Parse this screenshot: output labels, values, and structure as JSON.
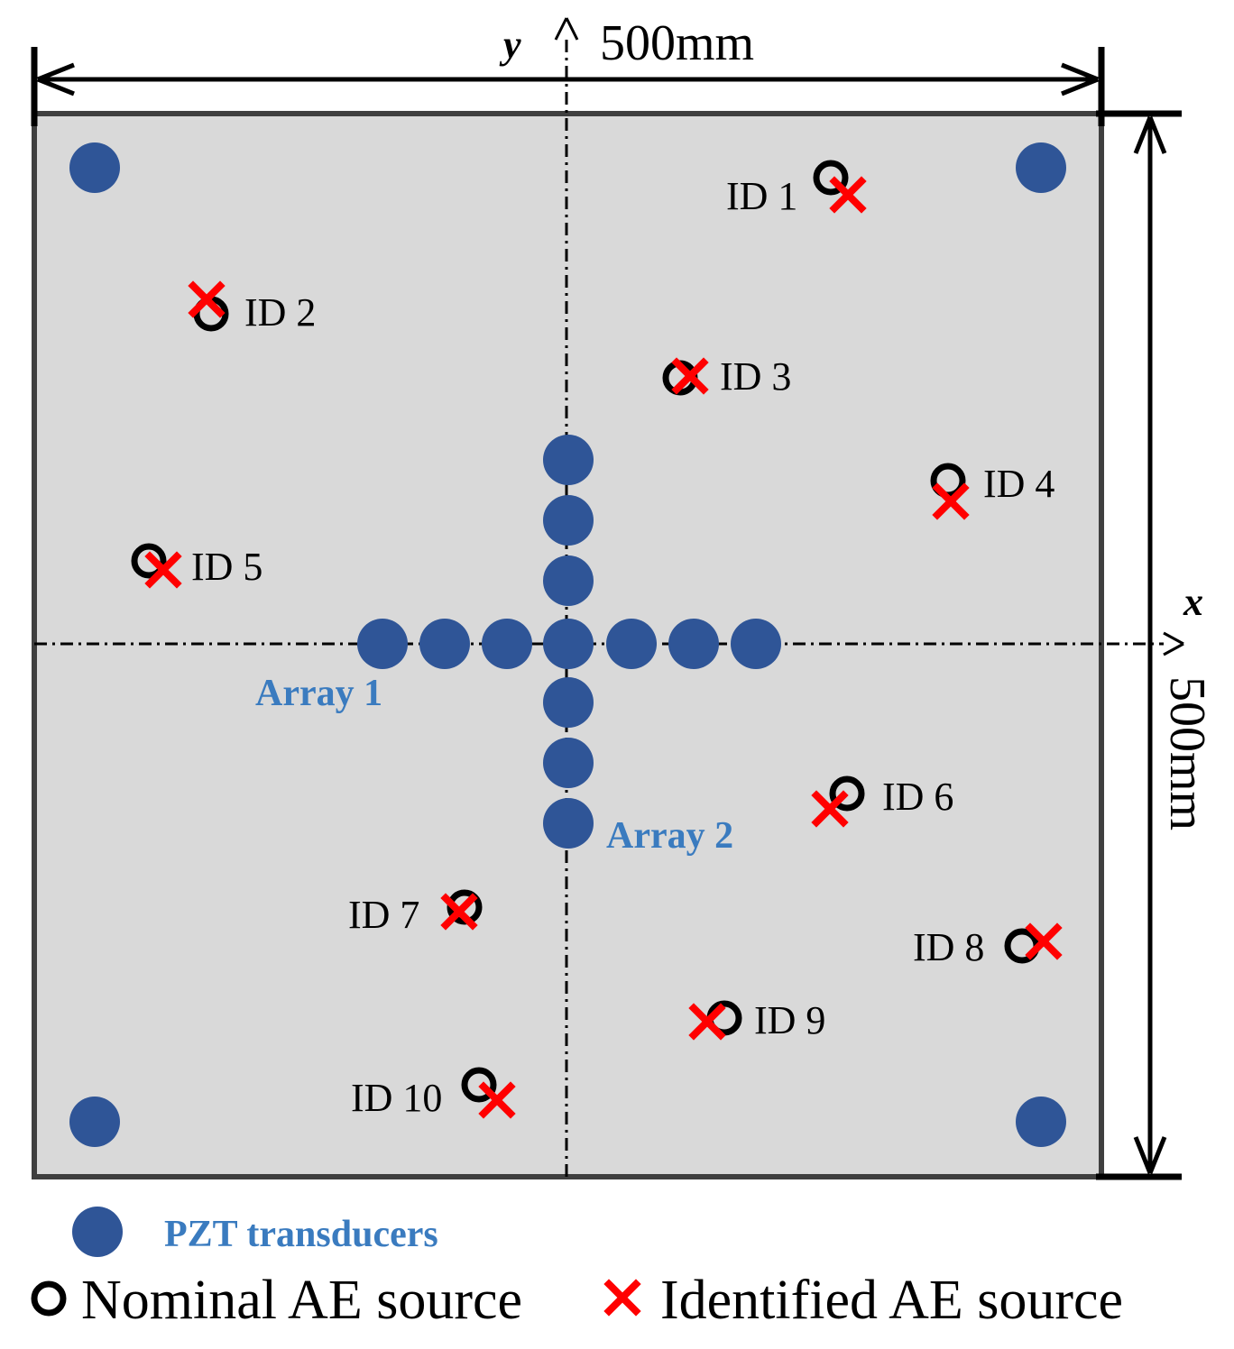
{
  "dimensions": {
    "width_label": "500mm",
    "height_label": "500mm",
    "x_axis": "x",
    "y_axis": "y"
  },
  "arrays": {
    "array1_label": "Array 1",
    "array2_label": "Array 2"
  },
  "sources": [
    {
      "id": "ID 1"
    },
    {
      "id": "ID 2"
    },
    {
      "id": "ID 3"
    },
    {
      "id": "ID 4"
    },
    {
      "id": "ID 5"
    },
    {
      "id": "ID 6"
    },
    {
      "id": "ID 7"
    },
    {
      "id": "ID 8"
    },
    {
      "id": "ID 9"
    },
    {
      "id": "ID 10"
    }
  ],
  "legend": {
    "pzt": "PZT transducers",
    "nominal": "Nominal AE source",
    "identified": "Identified AE source"
  },
  "colors": {
    "plate": "#d9d9d9",
    "plate_border": "#3f3f3f",
    "pzt": "#2f5597",
    "array_text": "#3a7bbf",
    "identified": "#ff0000",
    "nominal": "#000000"
  }
}
